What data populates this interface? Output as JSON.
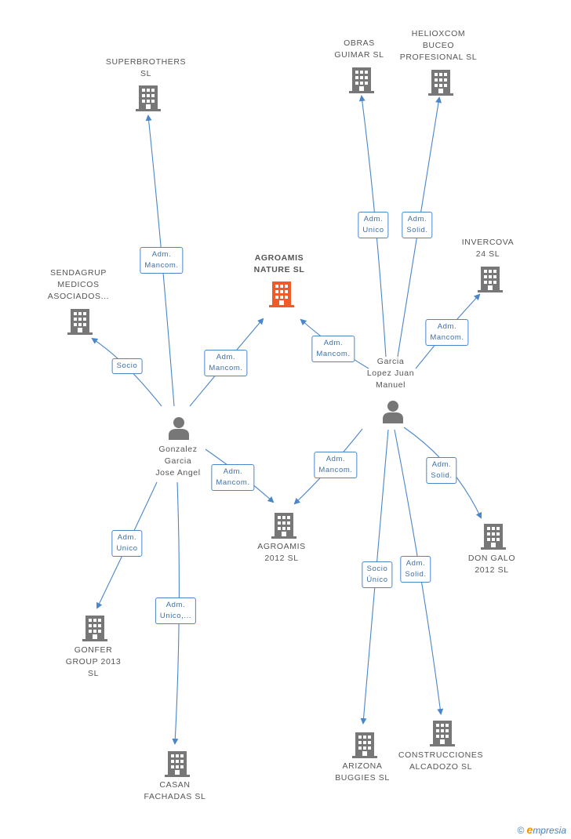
{
  "diagram": {
    "main_node": {
      "label": "AGROAMIS\nNATURE SL"
    },
    "companies": [
      {
        "id": "superbrothers",
        "label": "SUPERBROTHERS\nSL"
      },
      {
        "id": "obras",
        "label": "OBRAS\nGUIMAR SL"
      },
      {
        "id": "helioxcom",
        "label": "HELIOXCOM\nBUCEO\nPROFESIONAL SL"
      },
      {
        "id": "invercova",
        "label": "INVERCOVA\n24 SL"
      },
      {
        "id": "sendagrup",
        "label": "SENDAGRUP\nMEDICOS\nASOCIADOS..."
      },
      {
        "id": "agroamis2012",
        "label": "AGROAMIS\n2012 SL"
      },
      {
        "id": "dongalo",
        "label": "DON GALO\n2012 SL"
      },
      {
        "id": "gonfer",
        "label": "GONFER\nGROUP 2013\nSL"
      },
      {
        "id": "casan",
        "label": "CASAN\nFACHADAS SL"
      },
      {
        "id": "arizona",
        "label": "ARIZONA\nBUGGIES SL"
      },
      {
        "id": "construcciones",
        "label": "CONSTRUCCIONES\nALCADOZO SL"
      }
    ],
    "persons": [
      {
        "id": "gonzalez",
        "label": "Gonzalez\nGarcia\nJose Angel"
      },
      {
        "id": "lopez",
        "label": "Garcia\nLopez Juan\nManuel"
      }
    ],
    "relations": [
      {
        "id": "r1",
        "label": "Adm.\nMancom."
      },
      {
        "id": "r2",
        "label": "Socio"
      },
      {
        "id": "r3",
        "label": "Adm.\nMancom."
      },
      {
        "id": "r4",
        "label": "Adm.\nMancom."
      },
      {
        "id": "r5",
        "label": "Adm.\nUnico"
      },
      {
        "id": "r6",
        "label": "Adm.\nUnico,..."
      },
      {
        "id": "r7",
        "label": "Adm.\nUnico"
      },
      {
        "id": "r8",
        "label": "Adm.\nSolid."
      },
      {
        "id": "r9",
        "label": "Adm.\nMancom."
      },
      {
        "id": "r10",
        "label": "Adm.\nMancom."
      },
      {
        "id": "r11",
        "label": "Adm.\nMancom."
      },
      {
        "id": "r12",
        "label": "Adm.\nSolid."
      },
      {
        "id": "r13",
        "label": "Socio\nÚnico"
      },
      {
        "id": "r14",
        "label": "Adm.\nSolid."
      }
    ]
  },
  "footer": {
    "brand_symbol": "©",
    "brand_e": "e",
    "brand_text": "mpresia"
  },
  "colors": {
    "edge": "#4a86c8",
    "building": "#777777",
    "main_building": "#f05a28",
    "person": "#777777"
  }
}
